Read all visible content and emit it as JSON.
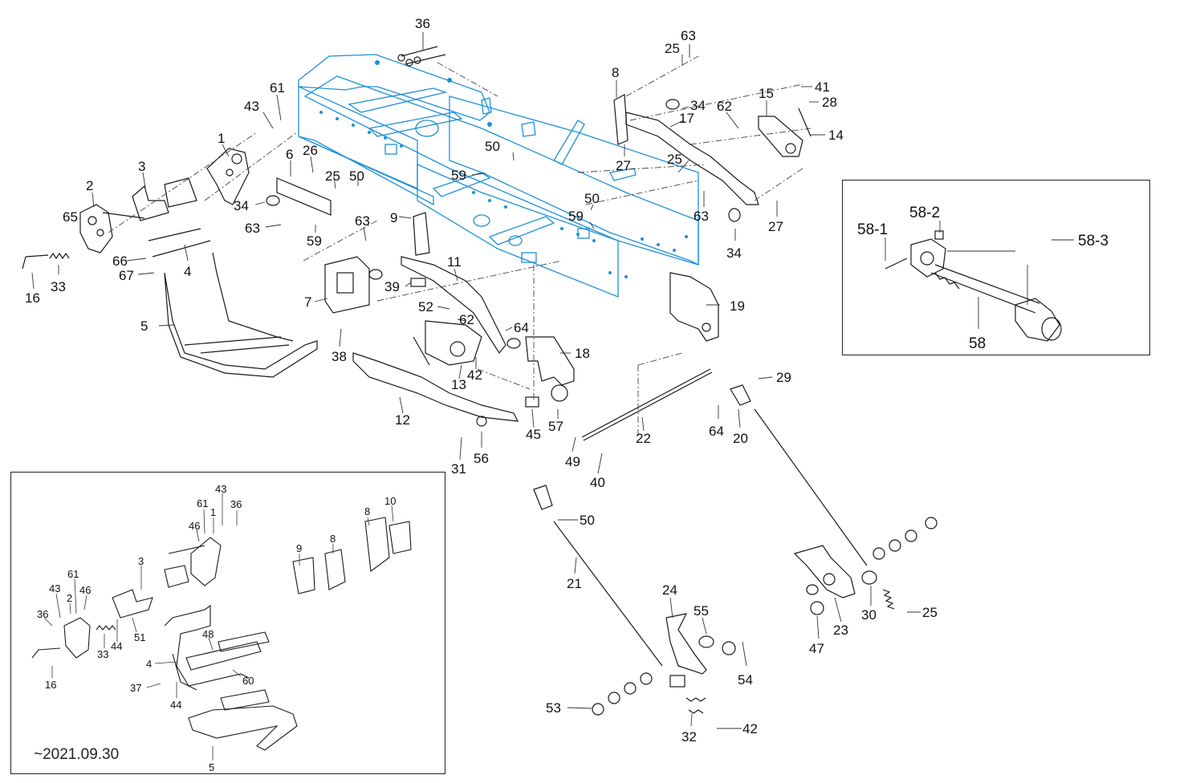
{
  "date_note": "~2021.09.30",
  "main_callouts": [
    {
      "id": "c36",
      "text": "36"
    },
    {
      "id": "c25a",
      "text": "25"
    },
    {
      "id": "c63a",
      "text": "63"
    },
    {
      "id": "c8",
      "text": "8"
    },
    {
      "id": "c41",
      "text": "41"
    },
    {
      "id": "c28",
      "text": "28"
    },
    {
      "id": "c15",
      "text": "15"
    },
    {
      "id": "c34a",
      "text": "34"
    },
    {
      "id": "c62a",
      "text": "62"
    },
    {
      "id": "c17",
      "text": "17"
    },
    {
      "id": "c14",
      "text": "14"
    },
    {
      "id": "c61",
      "text": "61"
    },
    {
      "id": "c43",
      "text": "43"
    },
    {
      "id": "c1",
      "text": "1"
    },
    {
      "id": "c26",
      "text": "26"
    },
    {
      "id": "c6",
      "text": "6"
    },
    {
      "id": "c50a",
      "text": "50"
    },
    {
      "id": "c3",
      "text": "3"
    },
    {
      "id": "c2",
      "text": "2"
    },
    {
      "id": "c59a",
      "text": "59"
    },
    {
      "id": "c27a",
      "text": "27"
    },
    {
      "id": "c25b",
      "text": "25"
    },
    {
      "id": "c25c",
      "text": "25"
    },
    {
      "id": "c50b",
      "text": "50"
    },
    {
      "id": "c34b",
      "text": "34"
    },
    {
      "id": "c65",
      "text": "65"
    },
    {
      "id": "c50c",
      "text": "50"
    },
    {
      "id": "c9",
      "text": "9"
    },
    {
      "id": "c63b",
      "text": "63"
    },
    {
      "id": "c59b",
      "text": "59"
    },
    {
      "id": "c63c",
      "text": "63"
    },
    {
      "id": "c63d",
      "text": "63"
    },
    {
      "id": "c27b",
      "text": "27"
    },
    {
      "id": "c59c",
      "text": "59"
    },
    {
      "id": "c34c",
      "text": "34"
    },
    {
      "id": "c66",
      "text": "66"
    },
    {
      "id": "c4",
      "text": "4"
    },
    {
      "id": "c11",
      "text": "11"
    },
    {
      "id": "c67",
      "text": "67"
    },
    {
      "id": "c16",
      "text": "16"
    },
    {
      "id": "c33",
      "text": "33"
    },
    {
      "id": "c39",
      "text": "39"
    },
    {
      "id": "c19",
      "text": "19"
    },
    {
      "id": "c7",
      "text": "7"
    },
    {
      "id": "c52",
      "text": "52"
    },
    {
      "id": "c62b",
      "text": "62"
    },
    {
      "id": "c5",
      "text": "5"
    },
    {
      "id": "c64a",
      "text": "64"
    },
    {
      "id": "c38",
      "text": "38"
    },
    {
      "id": "c18",
      "text": "18"
    },
    {
      "id": "c42a",
      "text": "42"
    },
    {
      "id": "c13",
      "text": "13"
    },
    {
      "id": "c29",
      "text": "29"
    },
    {
      "id": "c12",
      "text": "12"
    },
    {
      "id": "c57",
      "text": "57"
    },
    {
      "id": "c45",
      "text": "45"
    },
    {
      "id": "c64b",
      "text": "64"
    },
    {
      "id": "c22",
      "text": "22"
    },
    {
      "id": "c20",
      "text": "20"
    },
    {
      "id": "c56",
      "text": "56"
    },
    {
      "id": "c31",
      "text": "31"
    },
    {
      "id": "c49",
      "text": "49"
    },
    {
      "id": "c40",
      "text": "40"
    },
    {
      "id": "c50d",
      "text": "50"
    },
    {
      "id": "c21",
      "text": "21"
    },
    {
      "id": "c24",
      "text": "24"
    },
    {
      "id": "c55",
      "text": "55"
    },
    {
      "id": "c25d",
      "text": "25"
    },
    {
      "id": "c30",
      "text": "30"
    },
    {
      "id": "c23",
      "text": "23"
    },
    {
      "id": "c47",
      "text": "47"
    },
    {
      "id": "c54",
      "text": "54"
    },
    {
      "id": "c53",
      "text": "53"
    },
    {
      "id": "c32",
      "text": "32"
    },
    {
      "id": "c42b",
      "text": "42"
    }
  ],
  "shaft_callouts": [
    {
      "id": "s58-2",
      "text": "58-2"
    },
    {
      "id": "s58-1",
      "text": "58-1"
    },
    {
      "id": "s58-3",
      "text": "58-3"
    },
    {
      "id": "s58",
      "text": "58"
    }
  ],
  "legacy_callouts": [
    {
      "id": "l43a",
      "text": "43"
    },
    {
      "id": "l61a",
      "text": "61"
    },
    {
      "id": "l36a",
      "text": "36"
    },
    {
      "id": "l1",
      "text": "1"
    },
    {
      "id": "l46a",
      "text": "46"
    },
    {
      "id": "l8a",
      "text": "8"
    },
    {
      "id": "l10",
      "text": "10"
    },
    {
      "id": "l9",
      "text": "9"
    },
    {
      "id": "l8b",
      "text": "8"
    },
    {
      "id": "l3",
      "text": "3"
    },
    {
      "id": "l61b",
      "text": "61"
    },
    {
      "id": "l43b",
      "text": "43"
    },
    {
      "id": "l2",
      "text": "2"
    },
    {
      "id": "l46b",
      "text": "46"
    },
    {
      "id": "l36b",
      "text": "36"
    },
    {
      "id": "l51",
      "text": "51"
    },
    {
      "id": "l33",
      "text": "33"
    },
    {
      "id": "l44a",
      "text": "44"
    },
    {
      "id": "l48",
      "text": "48"
    },
    {
      "id": "l4",
      "text": "4"
    },
    {
      "id": "l60",
      "text": "60"
    },
    {
      "id": "l16",
      "text": "16"
    },
    {
      "id": "l37",
      "text": "37"
    },
    {
      "id": "l44b",
      "text": "44"
    },
    {
      "id": "l5",
      "text": "5"
    }
  ],
  "colors": {
    "frame_highlight": "#1e90d6",
    "linework": "#1a1a1a",
    "leader": "#333333"
  }
}
